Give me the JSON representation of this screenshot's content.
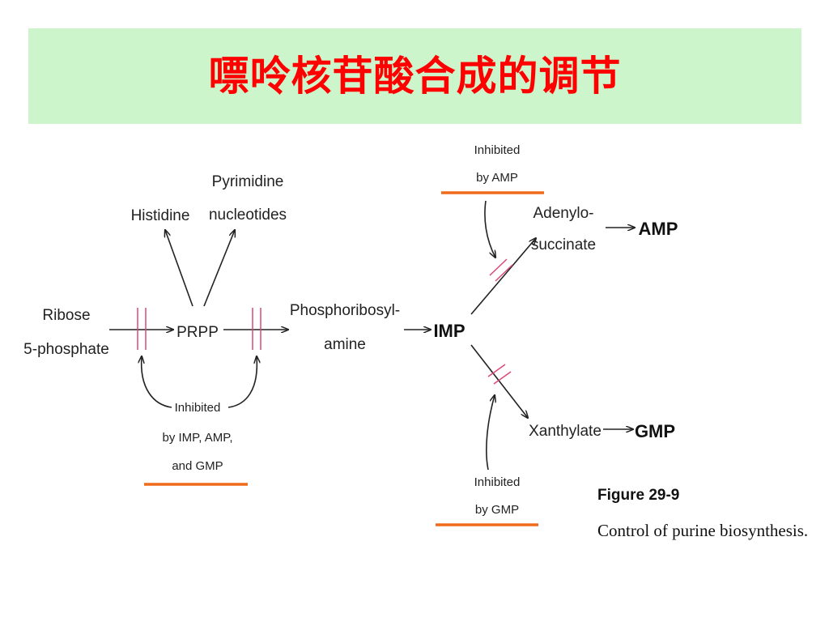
{
  "title": "嘌呤核苷酸合成的调节",
  "nodes": {
    "ribose_line1": "Ribose",
    "ribose_line2": "5-phosphate",
    "prpp": "PRPP",
    "histidine": "Histidine",
    "pyrimidine_line1": "Pyrimidine",
    "pyrimidine_line2": "nucleotides",
    "phosphoribosyl_line1": "Phosphoribosyl-",
    "phosphoribosyl_line2": "amine",
    "imp": "IMP",
    "adenylo_line1": "Adenylo-",
    "adenylo_line2": "succinate",
    "amp": "AMP",
    "xanthylate": "Xanthylate",
    "gmp": "GMP"
  },
  "inhibition": {
    "prpp_line1": "Inhibited",
    "prpp_line2": "by IMP, AMP,",
    "prpp_line3": "and GMP",
    "amp_line1": "Inhibited",
    "amp_line2": "by AMP",
    "gmp_line1": "Inhibited",
    "gmp_line2": "by GMP"
  },
  "caption": {
    "figure": "Figure 29-9",
    "text": "Control of purine biosynthesis."
  },
  "colors": {
    "title": "#ff0000",
    "title_band": "#ccf5cc",
    "underline": "#f06a1c",
    "block_mark": "#d9487a"
  }
}
